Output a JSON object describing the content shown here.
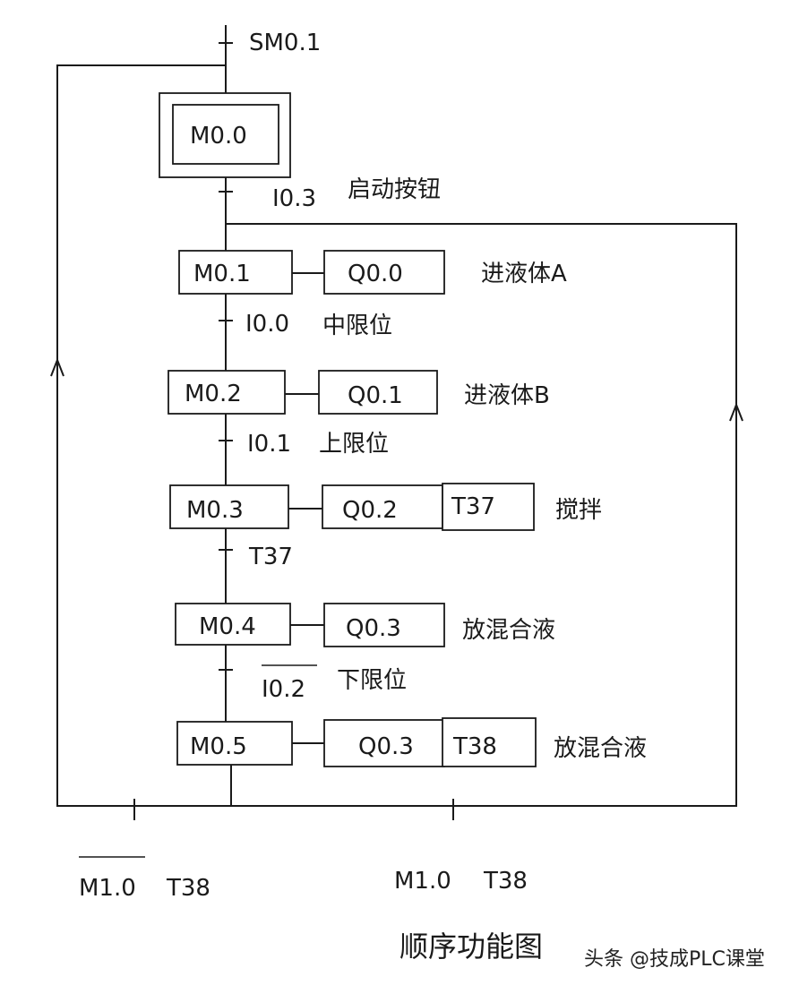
{
  "diagram": {
    "caption": "顺序功能图",
    "watermark": "头条 @技成PLC课堂",
    "initial_condition": "SM0.1",
    "initial_step": "M0.0",
    "steps": [
      {
        "step": "M0.1",
        "outputs": [
          "Q0.0"
        ],
        "description": "进液体A"
      },
      {
        "step": "M0.2",
        "outputs": [
          "Q0.1"
        ],
        "description": "进液体B"
      },
      {
        "step": "M0.3",
        "outputs": [
          "Q0.2",
          "T37"
        ],
        "description": "搅拌"
      },
      {
        "step": "M0.4",
        "outputs": [
          "Q0.3"
        ],
        "description": "放混合液"
      },
      {
        "step": "M0.5",
        "outputs": [
          "Q0.3",
          "T38"
        ],
        "description": "放混合液"
      }
    ],
    "transitions": [
      {
        "condition": "I0.3",
        "description": "启动按钮"
      },
      {
        "condition": "I0.0",
        "description": "中限位"
      },
      {
        "condition": "I0.1",
        "description": "上限位"
      },
      {
        "condition": "T37",
        "description": ""
      },
      {
        "condition": "I0.2",
        "negated": true,
        "description": "下限位"
      }
    ],
    "loop_transitions": [
      {
        "condition_a": "M1.0",
        "a_negated": true,
        "condition_b": "T38"
      },
      {
        "condition_a": "M1.0",
        "a_negated": false,
        "condition_b": "T38"
      }
    ]
  }
}
